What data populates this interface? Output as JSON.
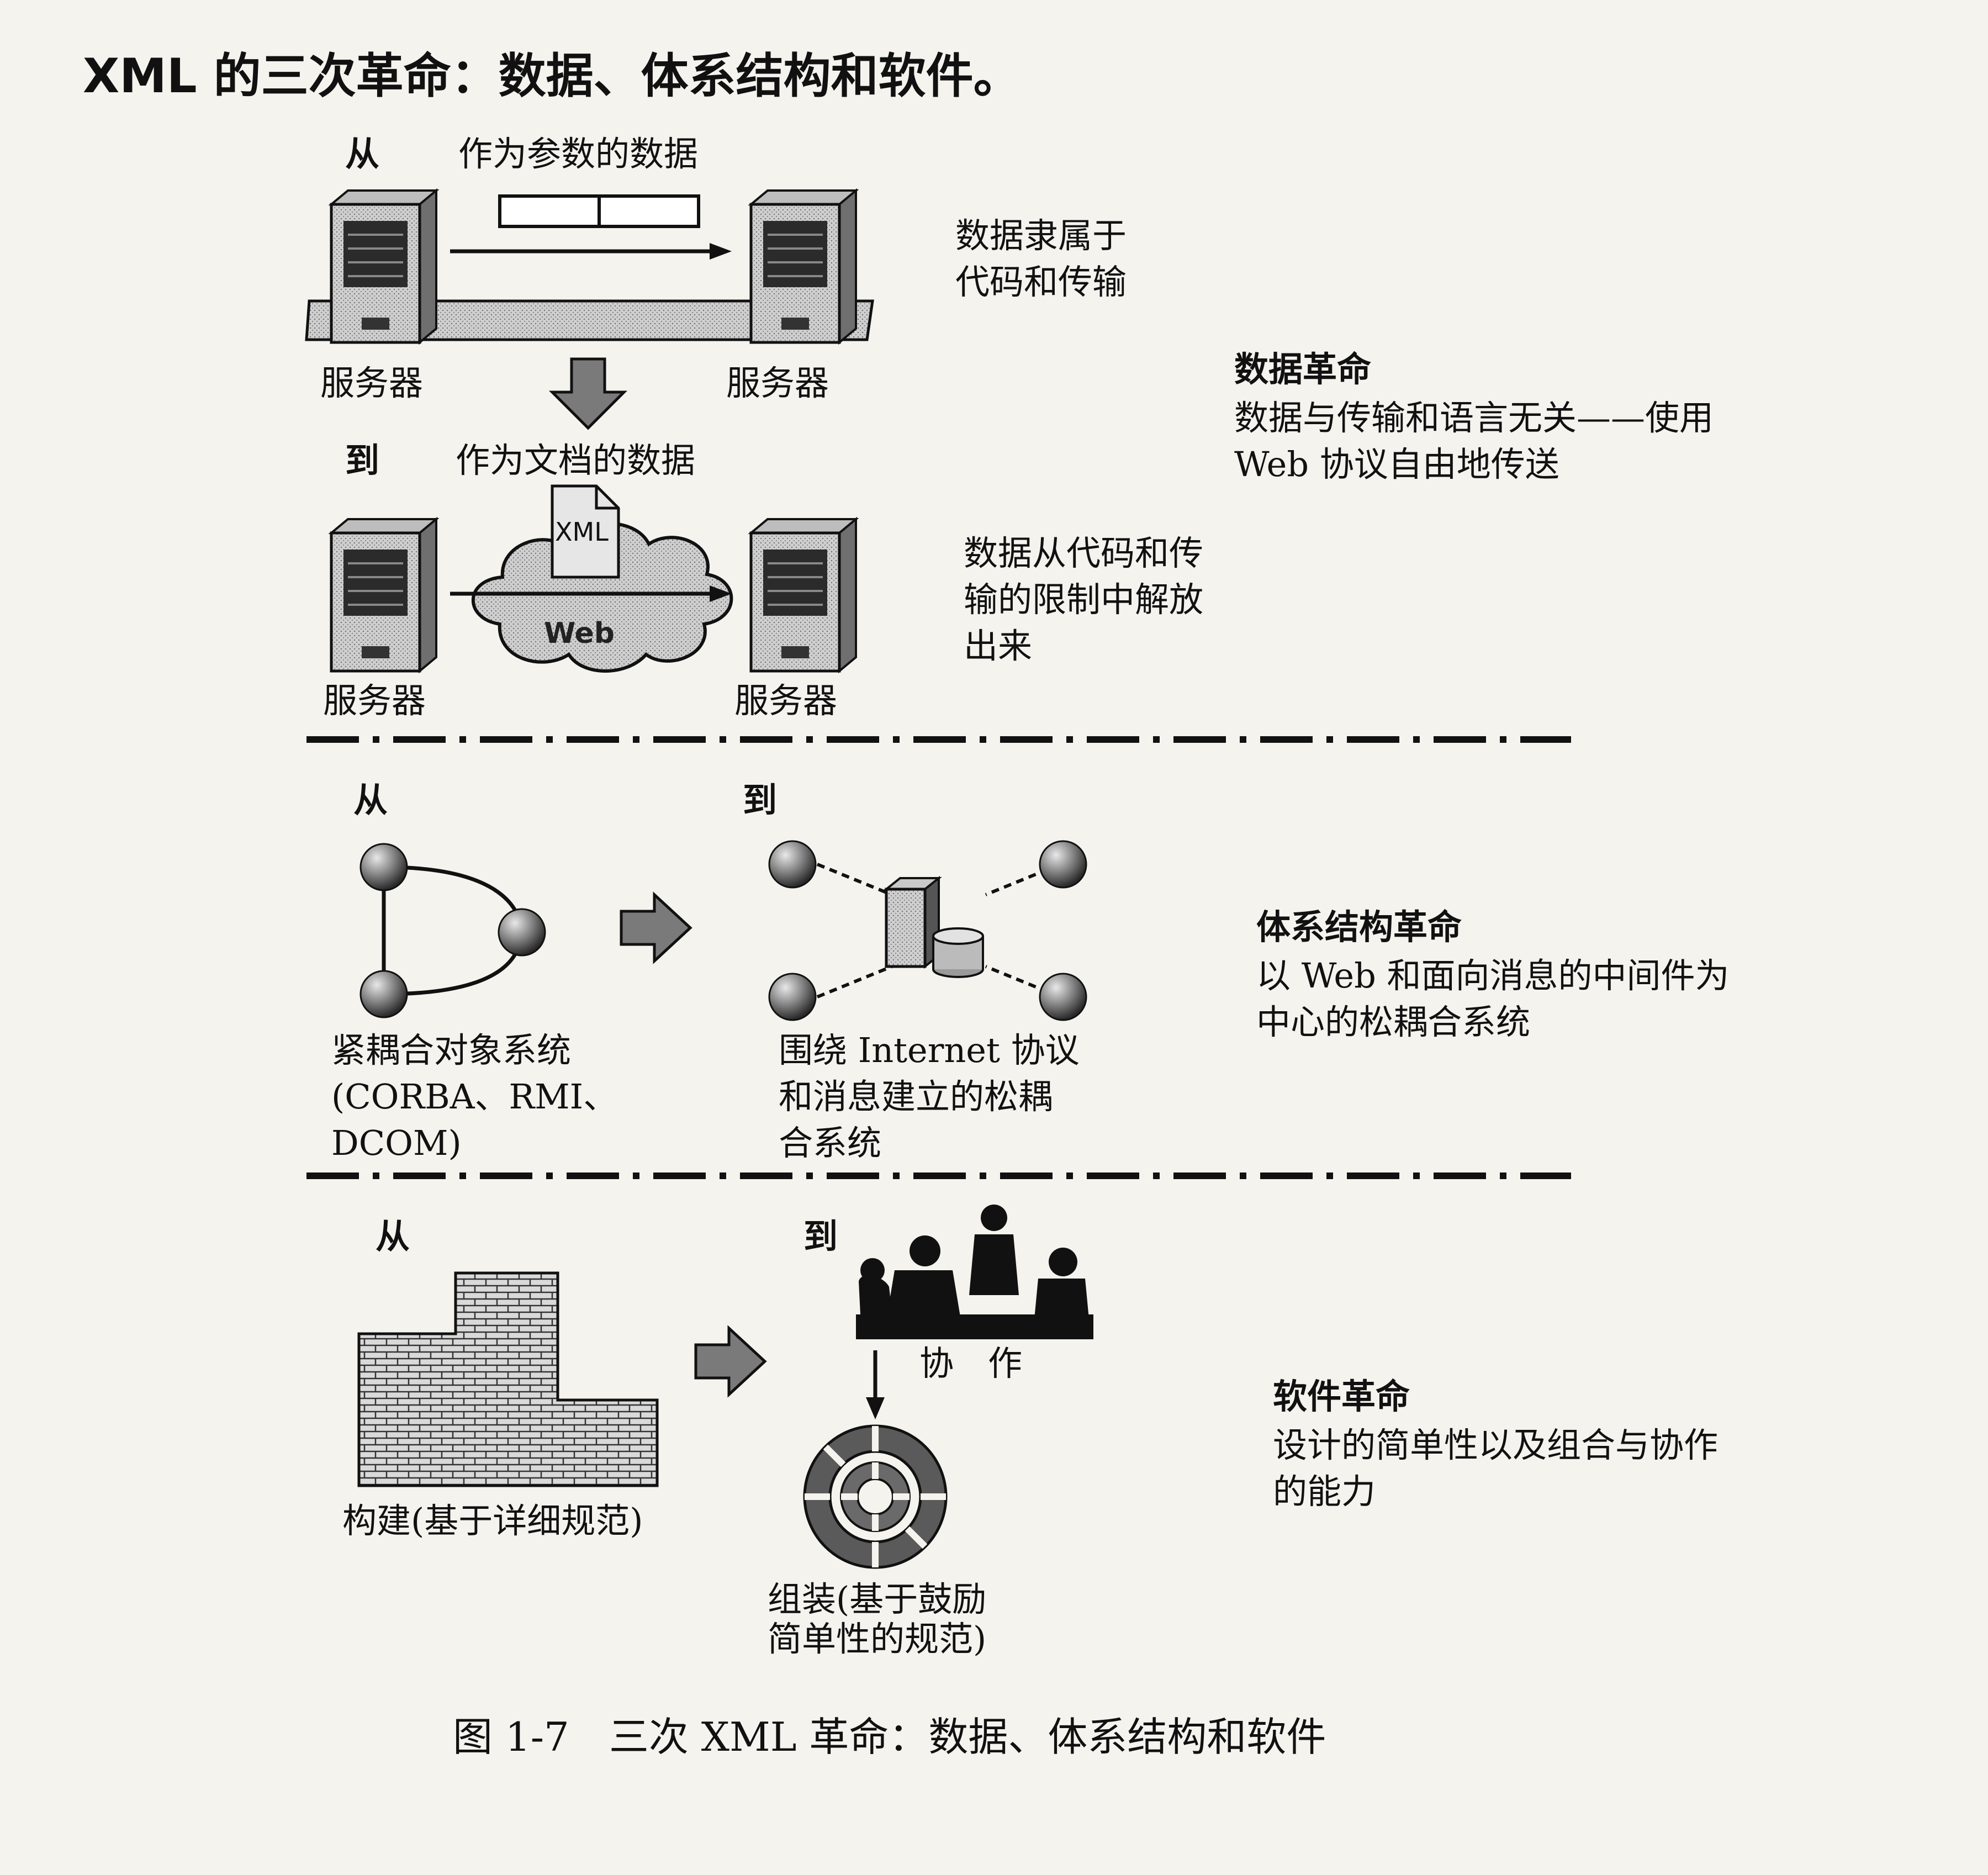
{
  "heading": "XML 的三次革命：数据、体系结构和软件。",
  "data_section": {
    "from_label": "从",
    "from_title": "作为参数的数据",
    "server_label": "服务器",
    "from_note": [
      "数据隶属于",
      "代码和传输"
    ],
    "to_label": "到",
    "to_title": "作为文档的数据",
    "doc_label": "XML",
    "cloud_label": "Web",
    "to_note": [
      "数据从代码和传",
      "输的限制中解放",
      "出来"
    ],
    "revolution_title": "数据革命",
    "revolution_desc": [
      "数据与传输和语言无关——使用",
      "Web 协议自由地传送"
    ]
  },
  "architecture_section": {
    "from_label": "从",
    "to_label": "到",
    "from_caption": [
      "紧耦合对象系统",
      "(CORBA、RMI、",
      "DCOM)"
    ],
    "to_caption": [
      "围绕 Internet 协议",
      "和消息建立的松耦",
      "合系统"
    ],
    "revolution_title": "体系结构革命",
    "revolution_desc": [
      "以 Web 和面向消息的中间件为",
      "中心的松耦合系统"
    ]
  },
  "software_section": {
    "from_label": "从",
    "to_label": "到",
    "collab_label": "协　作",
    "build_caption": "构建(基于详细规范)",
    "assemble_caption": [
      "组装(基于鼓励",
      "简单性的规范)"
    ],
    "revolution_title": "软件革命",
    "revolution_desc": [
      "设计的简单性以及组合与协作",
      "的能力"
    ]
  },
  "figure_caption": "图 1-7　三次 XML 革命：数据、体系结构和软件"
}
